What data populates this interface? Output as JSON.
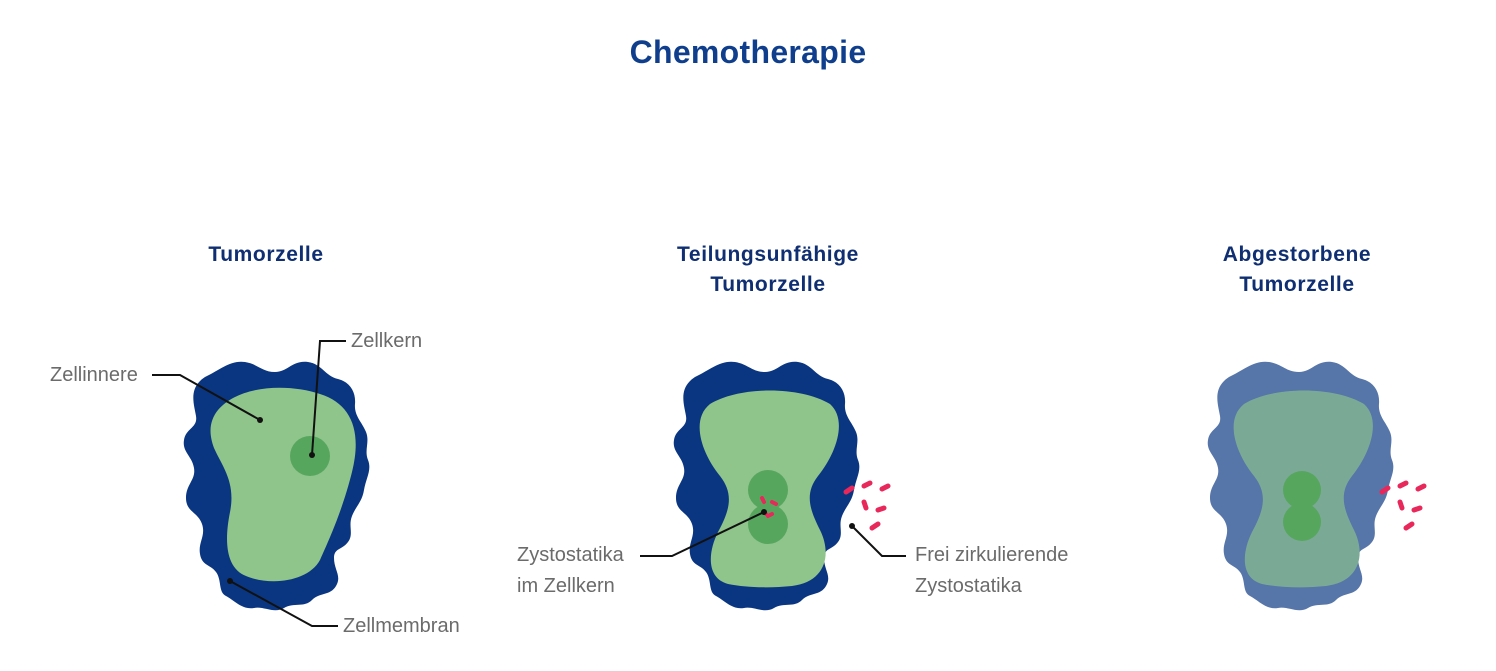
{
  "title": "Chemotherapie",
  "panels": [
    {
      "title_lines": [
        "Tumorzelle"
      ],
      "labels": {
        "inner": "Zellinnere",
        "nucleus": "Zellkern",
        "membrane": "Zellmembran"
      }
    },
    {
      "title_lines": [
        "Teilungsunfähige",
        "Tumorzelle"
      ],
      "labels": {
        "drugs_nucleus": [
          "Zystostatika",
          "im Zellkern"
        ],
        "drugs_free": [
          "Frei zirkulierende",
          "Zystostatika"
        ]
      }
    },
    {
      "title_lines": [
        "Abgestorbene",
        "Tumorzelle"
      ]
    }
  ],
  "colors": {
    "title": "#0f3f8c",
    "panel_title": "#0f2f72",
    "membrane": "#0a3580",
    "inner": "#8fc48b",
    "nucleus": "#57a65e",
    "drug": "#e8285a",
    "dead_membrane": "#5675a8",
    "dead_inner": "#7aaa96",
    "label_text": "#6b6b6b"
  }
}
